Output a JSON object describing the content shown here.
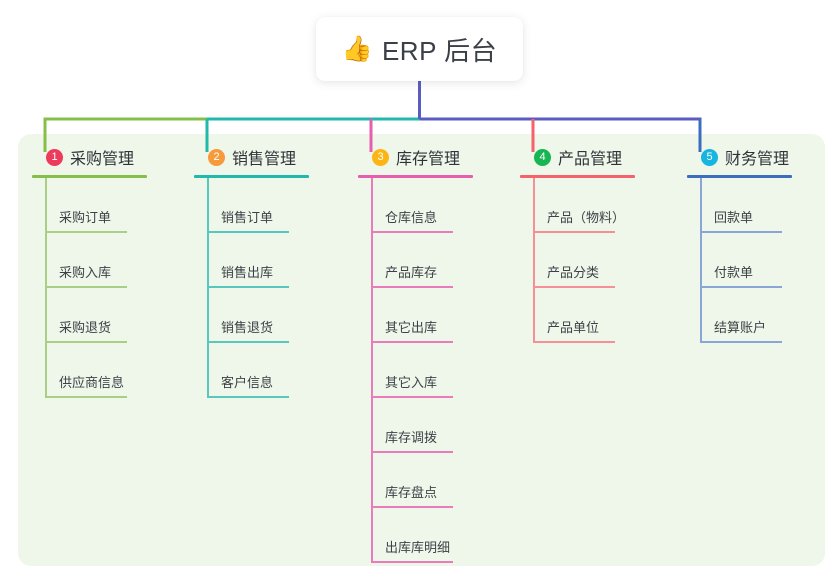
{
  "page": {
    "background": "#ffffff",
    "panel_background": "#eef7e9"
  },
  "title": {
    "emoji": "👍",
    "emoji_icon_name": "thumbs-up-icon",
    "text": "ERP 后台"
  },
  "connector_colors": {
    "center_drop": "#5b5bc4",
    "bus_segment_1": "#85bf49",
    "bus_segment_2": "#22b8ab",
    "bus_segment_3": "#5b5bc4",
    "bus_segment_4": "#5b5bc4"
  },
  "columns": [
    {
      "number": "1",
      "title": "采购管理",
      "badge_color": "#ec3b5b",
      "line_color": "#85bf49",
      "leaf_line_color": "#a8cf85",
      "leaves": [
        "采购订单",
        "采购入库",
        "采购退货",
        "供应商信息"
      ]
    },
    {
      "number": "2",
      "title": "销售管理",
      "badge_color": "#f79a3c",
      "line_color": "#22b8ab",
      "leaf_line_color": "#58c8bf",
      "leaves": [
        "销售订单",
        "销售出库",
        "销售退货",
        "客户信息"
      ]
    },
    {
      "number": "3",
      "title": "库存管理",
      "badge_color": "#fcb515",
      "line_color": "#e55fae",
      "leaf_line_color": "#ea7cbb",
      "leaves": [
        "仓库信息",
        "产品库存",
        "其它出库",
        "其它入库",
        "库存调拨",
        "库存盘点",
        "出库库明细"
      ]
    },
    {
      "number": "4",
      "title": "产品管理",
      "badge_color": "#17b653",
      "line_color": "#f4636b",
      "leaf_line_color": "#f69098",
      "leaves": [
        "产品（物料）",
        "产品分类",
        "产品单位"
      ]
    },
    {
      "number": "5",
      "title": "财务管理",
      "badge_color": "#18b5e0",
      "line_color": "#3c6ebf",
      "leaf_line_color": "#8aa6d6",
      "leaves": [
        "回款单",
        "付款单",
        "结算账户"
      ]
    }
  ]
}
